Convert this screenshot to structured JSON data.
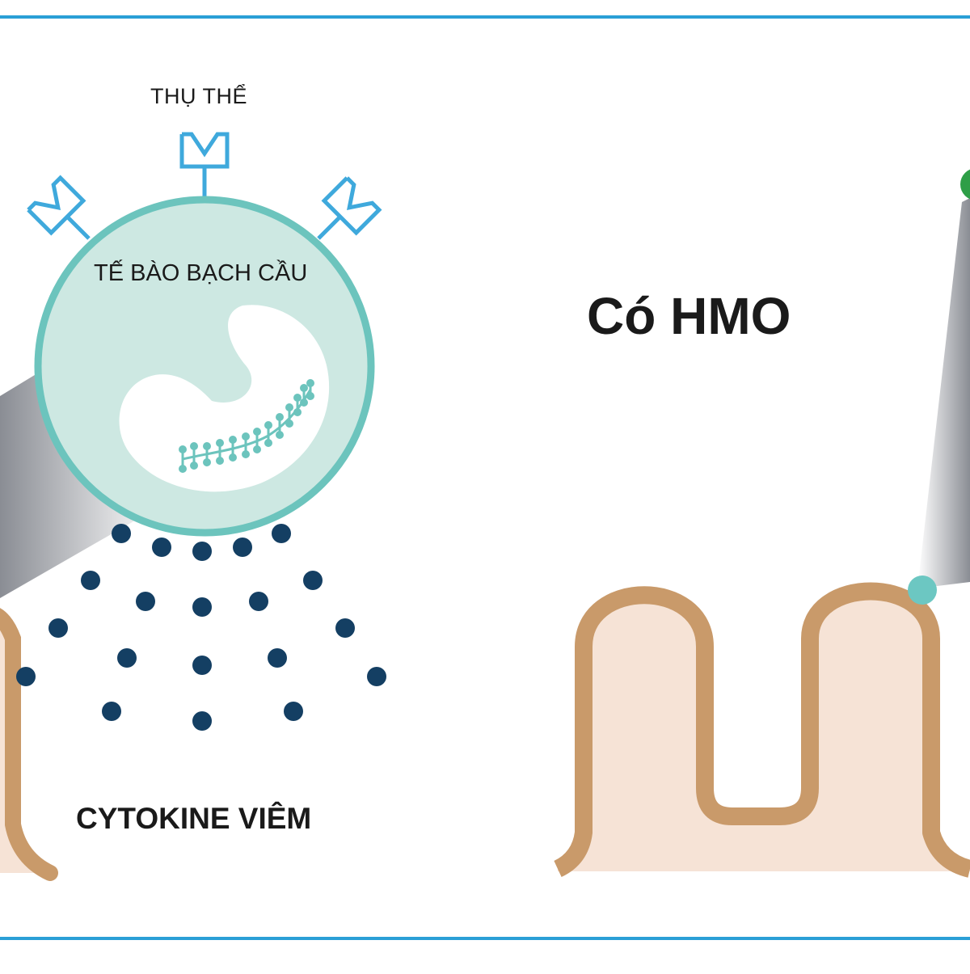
{
  "labels": {
    "receptor": "THỤ THỂ",
    "white_blood_cell": "TẾ BÀO BẠCH CẦU",
    "with_hmo": "Có HMO",
    "inflammatory_cytokine": "CYTOKINE VIÊM"
  },
  "colors": {
    "frame_line": "#2a9fd6",
    "cell_fill": "#cde8e2",
    "cell_stroke": "#6cc4bd",
    "receptor": "#3fa9dc",
    "cytokine_dot": "#143f63",
    "villus_stroke": "#c99a6a",
    "villus_fill": "#f6e3d6",
    "green_dot": "#2e9e47",
    "teal_dot": "#6cc7c2"
  }
}
